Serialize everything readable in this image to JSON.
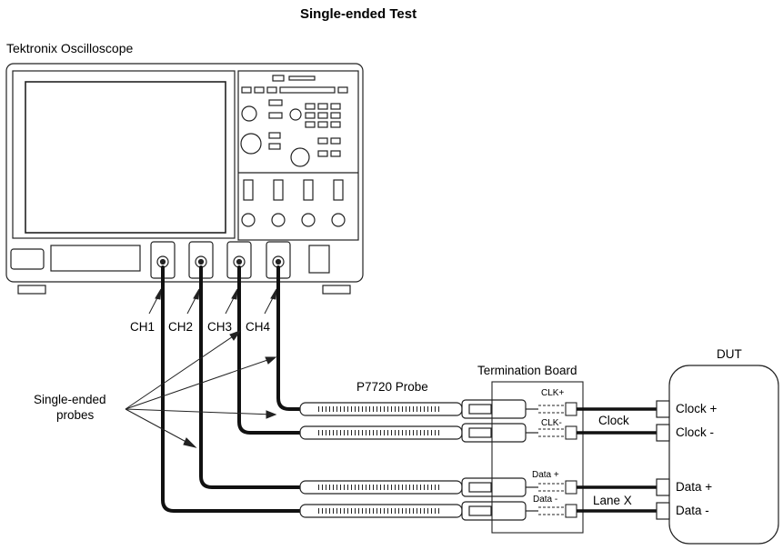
{
  "title": "Single-ended Test",
  "scope_label": "Tektronix Oscilloscope",
  "channels": [
    "CH1",
    "CH2",
    "CH3",
    "CH4"
  ],
  "probes_label": [
    "Single-ended",
    "probes"
  ],
  "probe_label": "P7720 Probe",
  "board_label": "Termination Board",
  "board_pins": [
    "CLK+",
    "CLK-",
    "Data +",
    "Data -"
  ],
  "dut_label": "DUT",
  "dut_pins": [
    "Clock +",
    "Clock -",
    "Data +",
    "Data -"
  ],
  "group_labels": [
    "Clock",
    "Lane X"
  ]
}
